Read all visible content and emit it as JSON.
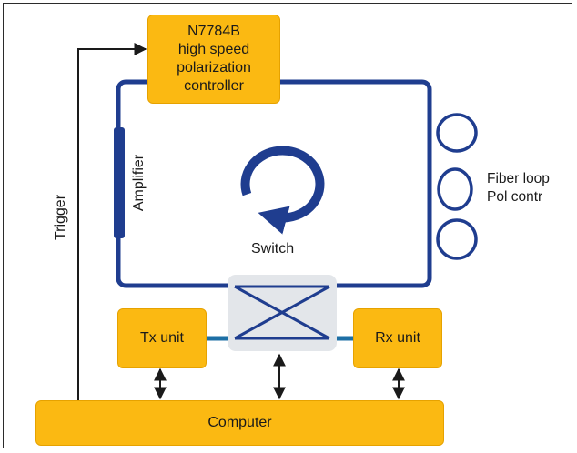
{
  "controller": {
    "lines": [
      "N7784B",
      "high speed",
      "polarization",
      "controller"
    ]
  },
  "amplifier_label": "Amplifier",
  "trigger_label": "Trigger",
  "switch_label": "Switch",
  "fiber_loop": {
    "lines": [
      "Fiber loop",
      "Pol contr"
    ]
  },
  "tx_label": "Tx unit",
  "rx_label": "Rx unit",
  "computer_label": "Computer",
  "colors": {
    "box_fill": "#fbb912",
    "loop_blue": "#1f3d8f",
    "link_blue": "#1d6fa5",
    "switch_bg": "#e3e6ea",
    "frame": "#2b2b2b"
  }
}
